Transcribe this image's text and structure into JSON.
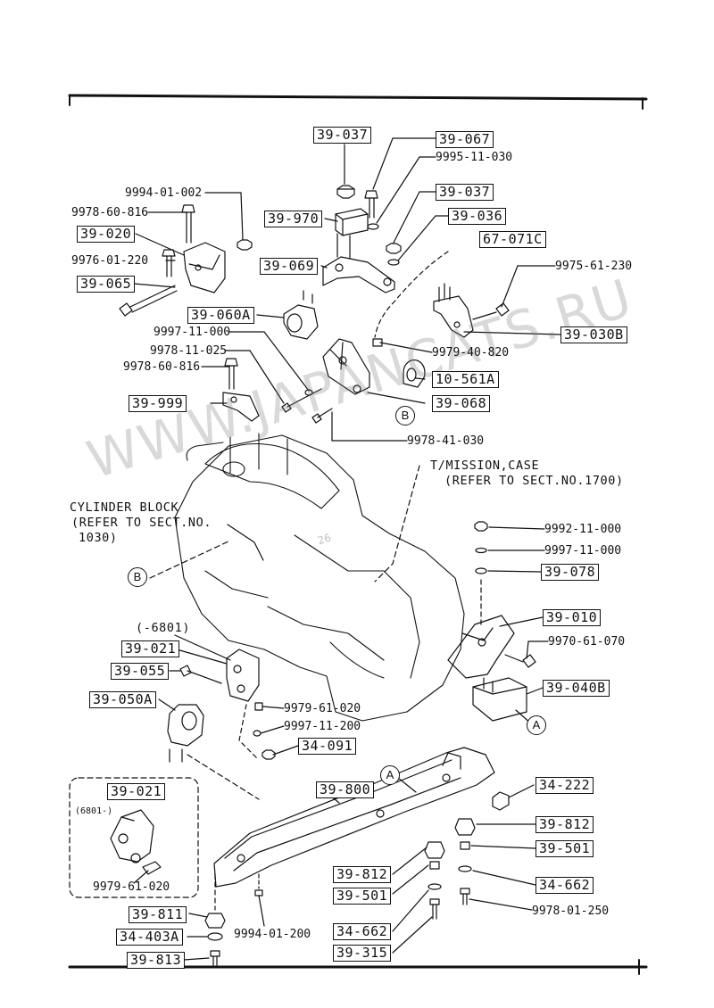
{
  "watermark": "WWW.JAPANCATS.RU",
  "watermark_sub": "26",
  "part_numbers": {
    "p_9995_11_030": "9995-11-030",
    "p_9994_01_002": "9994-01-002",
    "p_9978_60_816_a": "9978-60-816",
    "p_9976_01_220": "9976-01-220",
    "p_9975_61_230": "9975-61-230",
    "p_9997_11_000_a": "9997-11-000",
    "p_9978_11_025": "9978-11-025",
    "p_9978_60_816_b": "9978-60-816",
    "p_9979_40_820": "9979-40-820",
    "p_9978_41_030": "9978-41-030",
    "p_9992_11_000": "9992-11-000",
    "p_9997_11_000_b": "9997-11-000",
    "p_9970_61_070": "9970-61-070",
    "p_9979_61_020_a": "9979-61-020",
    "p_9997_11_200": "9997-11-200",
    "p_9979_61_020_b": "9979-61-020",
    "p_9994_01_200": "9994-01-200",
    "p_9978_01_250": "9978-01-250"
  },
  "boxed": {
    "b_39_037_a": "39-037",
    "b_39_067": "39-067",
    "b_39_037_b": "39-037",
    "b_39_970": "39-970",
    "b_39_036": "39-036",
    "b_39_020": "39-020",
    "b_67_071c": "67-071C",
    "b_39_069": "39-069",
    "b_39_065": "39-065",
    "b_39_060a": "39-060A",
    "b_39_030b": "39-030B",
    "b_10_561a": "10-561A",
    "b_39_999": "39-999",
    "b_39_068": "39-068",
    "b_39_078": "39-078",
    "b_39_010": "39-010",
    "b_39_021_a": "39-021",
    "b_39_055": "39-055",
    "b_39_050a": "39-050A",
    "b_39_040b": "39-040B",
    "b_34_091": "34-091",
    "b_39_021_b": "39-021",
    "b_39_800": "39-800",
    "b_34_222": "34-222",
    "b_39_812_a": "39-812",
    "b_39_501_a": "39-501",
    "b_39_812_b": "39-812",
    "b_39_501_b": "39-501",
    "b_34_662_a": "34-662",
    "b_34_662_b": "34-662",
    "b_39_811": "39-811",
    "b_34_403a": "34-403A",
    "b_39_315": "39-315",
    "b_39_813": "39-813"
  },
  "notes": {
    "tmission_1": "T/MISSION,CASE",
    "tmission_2": "(REFER TO SECT.NO.1700)",
    "cyl_1": "CYLINDER BLOCK",
    "cyl_2": "(REFER TO SECT.NO.",
    "cyl_3": "1030)",
    "range": "(-6801)",
    "inset_range": "(6801-)"
  },
  "markers": {
    "a": "A",
    "b": "B"
  }
}
